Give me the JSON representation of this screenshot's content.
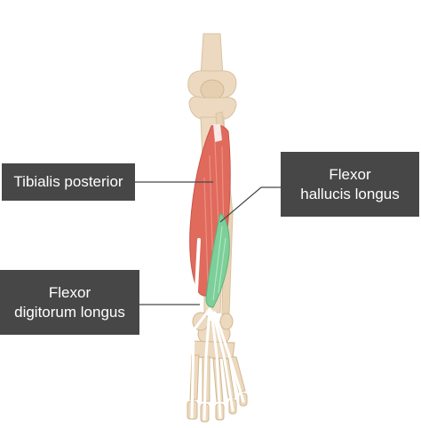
{
  "colors": {
    "bone": "#ecd9bf",
    "bone_shadow": "#d9c2a2",
    "tibialis_posterior": "#e06a5c",
    "flexor_hallucis_longus": "#7ccf99",
    "tendon": "#ffffff",
    "label_background": "#474747",
    "label_text": "#ffffff",
    "leader_line": "#474747"
  },
  "labels": {
    "tibialis_posterior": "Tibialis posterior",
    "flexor_hallucis_longus": [
      "Flexor",
      "hallucis longus"
    ],
    "flexor_digitorum_longus": [
      "Flexor",
      "digitorum longus"
    ]
  }
}
